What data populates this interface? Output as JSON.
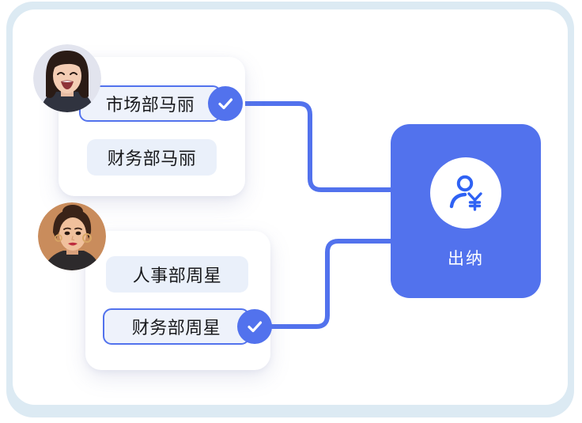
{
  "frame": {
    "border_color": "#dceaf3",
    "panel_color": "#ffffff"
  },
  "theme": {
    "accent": "#5272ed",
    "pill_bg": "#eaf0fa",
    "pill_selected_bg": "#eef2fb",
    "text": "#18191c"
  },
  "people": [
    {
      "avatar_name": "avatar-ma-li",
      "avatar_bg": "#e2e4ee",
      "roles": [
        {
          "label": "市场部马丽",
          "selected": true
        },
        {
          "label": "财务部马丽",
          "selected": false
        }
      ]
    },
    {
      "avatar_name": "avatar-zhou-xing",
      "avatar_bg": "#c98c5c",
      "roles": [
        {
          "label": "人事部周星",
          "selected": false
        },
        {
          "label": "财务部周星",
          "selected": true
        }
      ]
    }
  ],
  "target_role": {
    "label": "出纳",
    "icon": "person-yen-icon",
    "card_color": "#5272ed",
    "icon_circle_color": "#ffffff",
    "icon_color": "#2f62f4"
  },
  "connectors": [
    {
      "from": "市场部马丽",
      "to": "出纳"
    },
    {
      "from": "财务部周星",
      "to": "出纳"
    }
  ],
  "check_badge": {
    "icon": "check-icon",
    "color": "#5272ed",
    "glyph_color": "#ffffff"
  }
}
